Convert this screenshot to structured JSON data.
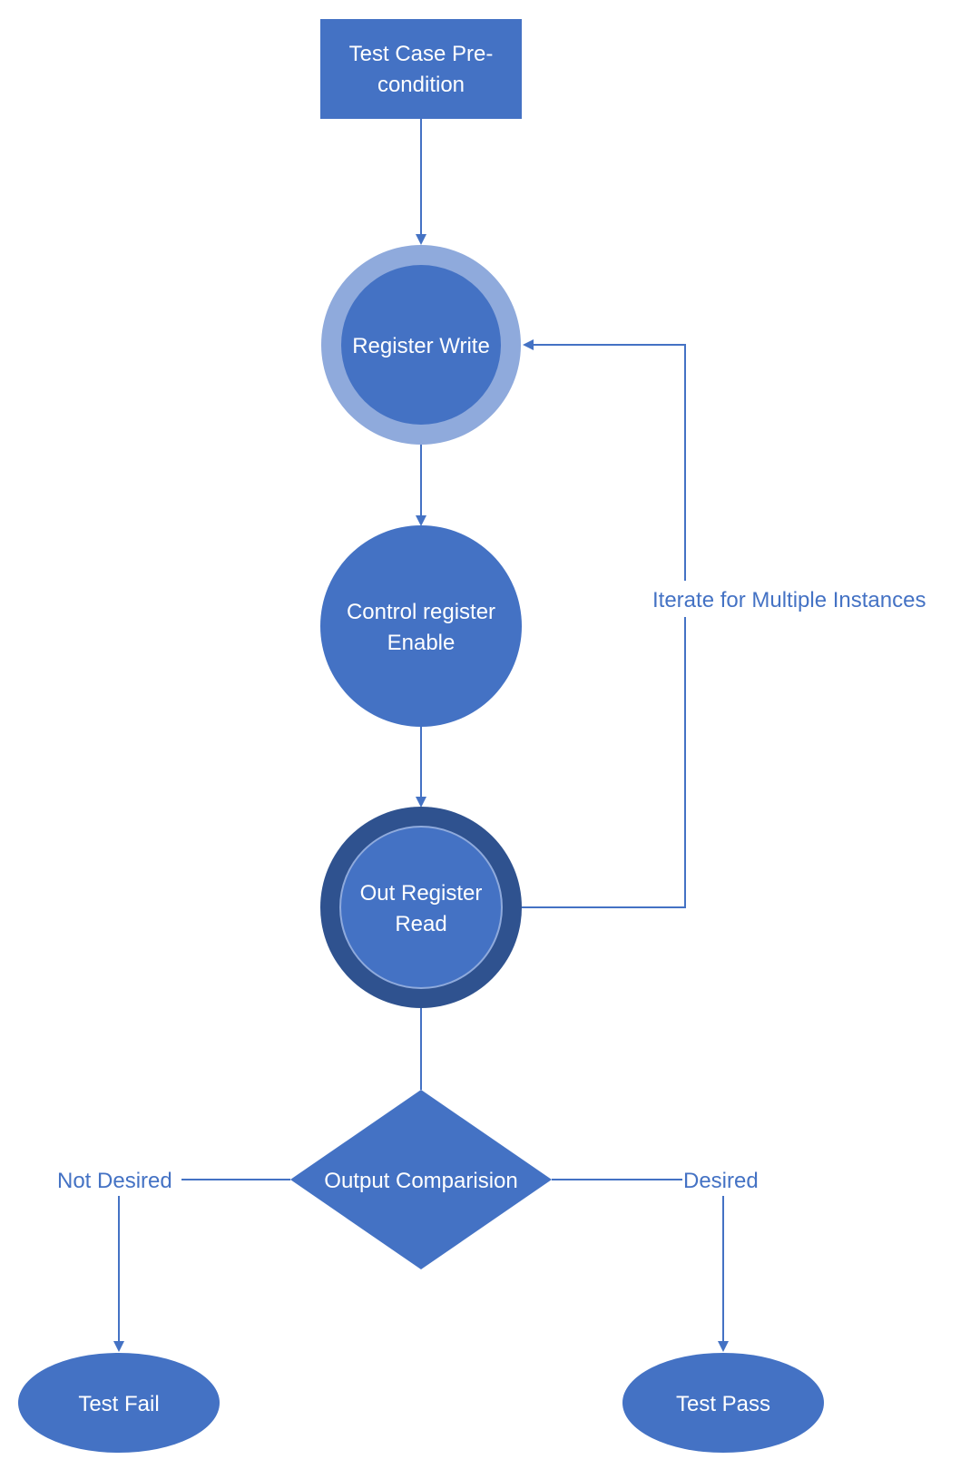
{
  "colors": {
    "node_fill": "#4472c4",
    "register_write_ring": "#8faadc",
    "out_register_ring": "#2f528f",
    "edge": "#4472c4",
    "background": "#ffffff"
  },
  "nodes": {
    "precondition": {
      "line1": "Test Case Pre-",
      "line2": "condition"
    },
    "register_write": {
      "line1": "Register Write"
    },
    "control_register": {
      "line1": "Control register",
      "line2": "Enable"
    },
    "out_register": {
      "line1": "Out Register",
      "line2": "Read"
    },
    "comparison": {
      "line1": "Output Comparision"
    },
    "test_fail": {
      "line1": "Test Fail"
    },
    "test_pass": {
      "line1": "Test Pass"
    }
  },
  "edge_labels": {
    "loop": "Iterate for Multiple Instances",
    "not_desired": "Not Desired",
    "desired": "Desired"
  }
}
